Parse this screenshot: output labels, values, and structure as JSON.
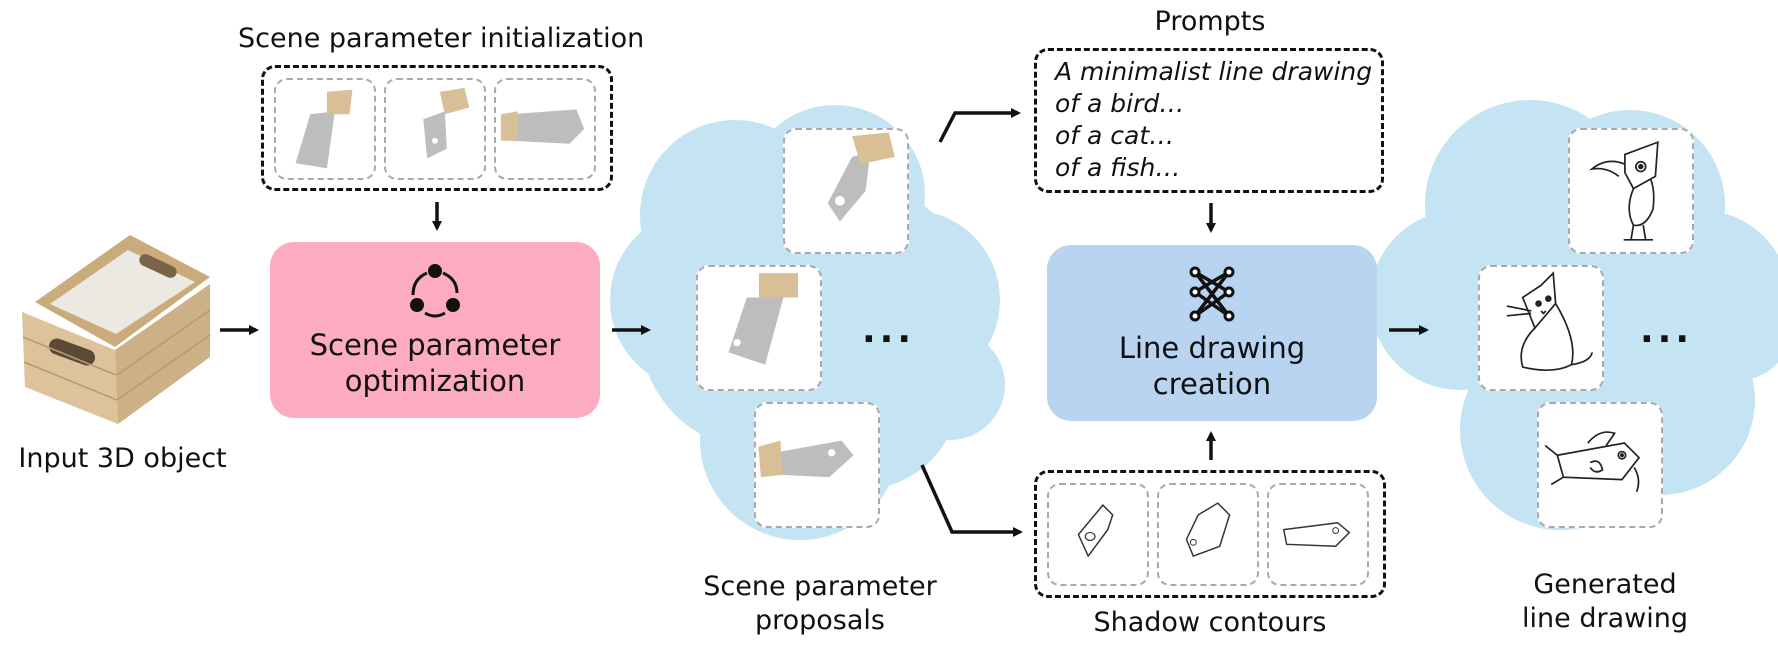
{
  "colors": {
    "optimization_box": "#fcabc0",
    "creation_box": "#b8d4f0",
    "cloud": "#c5e4f3",
    "shadow_gray": "#bdbdbd",
    "wood": "#d8bf96"
  },
  "labels": {
    "input_object": "Input 3D object",
    "initialization": "Scene parameter initialization",
    "optimization": "Scene parameter\noptimization",
    "proposals": "Scene parameter\nproposals",
    "prompts_title": "Prompts",
    "creation": "Line drawing\ncreation",
    "contours": "Shadow contours",
    "generated": "Generated\nline drawing",
    "ellipsis": "..."
  },
  "prompts": {
    "lines": [
      "A minimalist line drawing",
      "of a bird…",
      "of a cat…",
      "of a fish…"
    ]
  },
  "icons": {
    "optimization": "cycle-arrows-icon",
    "creation": "neural-network-icon"
  }
}
